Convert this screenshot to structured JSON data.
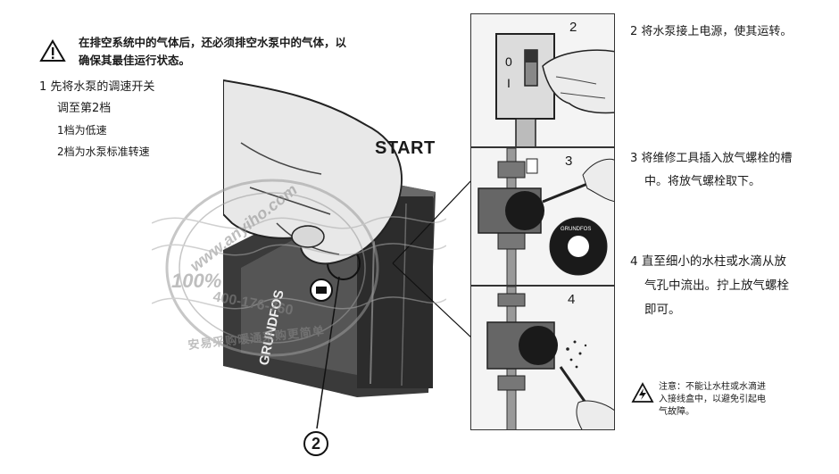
{
  "warning_top": {
    "line1": "在排空系统中的气体后，还必须排空水泵中的气体，以",
    "line2": "确保其最佳运行状态。"
  },
  "step1": {
    "line1": "1  先将水泵的调速开关",
    "line2": "调至第2档",
    "line3": "1档为低速",
    "line4": "2档为水泵标准转速"
  },
  "illustration": {
    "start_label": "START",
    "callout_number": "2",
    "pump_brand": "GRUNDFOS",
    "switch_marks": [
      "0",
      "I"
    ]
  },
  "panels": {
    "p2_number": "2",
    "p3_number": "3",
    "p4_number": "4"
  },
  "step2": {
    "line1": "2  将水泵接上电源，使其运转。"
  },
  "step3": {
    "line1": "3  将维修工具插入放气螺栓的槽",
    "line2": "中。将放气螺栓取下。"
  },
  "step4": {
    "line1": "4  直至细小的水柱或水滴从放",
    "line2": "气孔中流出。拧上放气螺栓",
    "line3": "即可。"
  },
  "note": {
    "line1": "注意：不能让水柱或水滴进",
    "line2": "入接线盒中，以避免引起电",
    "line3": "气故障。"
  },
  "watermark": {
    "url": "www.anyiho.com",
    "percent": "100%",
    "phone": "400-176-760",
    "slogan": "安易采购暖通采购更简单"
  },
  "colors": {
    "ink": "#1a1a1a",
    "panel_bg": "#f4f4f4",
    "watermark": "#b8b8b8"
  }
}
